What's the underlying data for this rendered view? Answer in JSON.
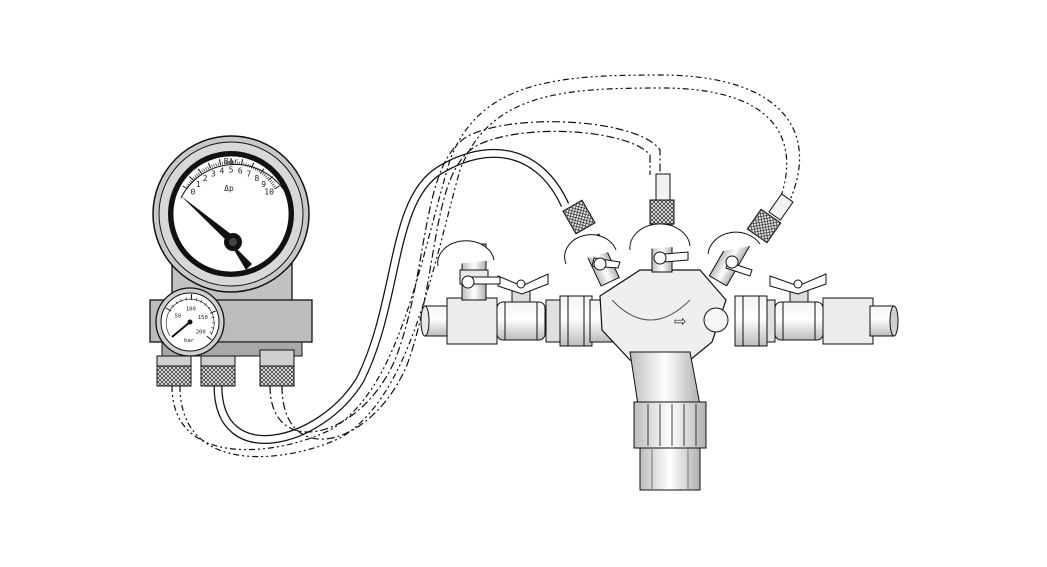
{
  "diagram": {
    "main_gauge": {
      "unit": "Bar",
      "symbol": "Δp",
      "scale": [
        "0",
        "1",
        "2",
        "3",
        "4",
        "5",
        "6",
        "7",
        "8",
        "9",
        "10"
      ]
    },
    "small_gauge": {
      "unit": "bar",
      "scale": [
        "50",
        "100",
        "150",
        "200"
      ]
    },
    "flow_indicator": "⇨"
  },
  "colors": {
    "line": "#111111",
    "steel": "#d8d8d8",
    "steel_light": "#f0f0f0",
    "steel_dark": "#9a9a9a",
    "manifold": "#bdbdbd",
    "dial_face": "#ffffff",
    "gauge_bezel": "#c8c8c8"
  }
}
